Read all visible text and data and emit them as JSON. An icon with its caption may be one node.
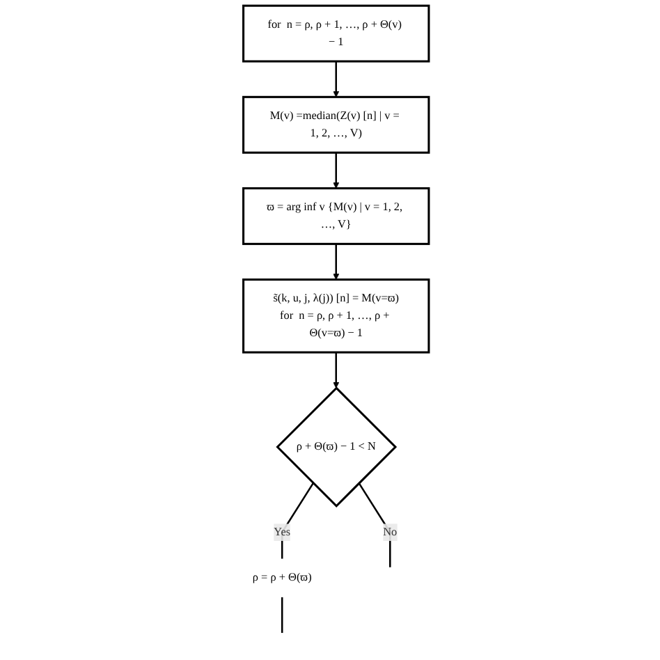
{
  "diagram": {
    "nodes": [
      {
        "text": [
          "for  n = ρ, ρ + 1, …, ρ + Θ(v) − 1"
        ]
      },
      {
        "text": [
          "M(v) =median(Z(v) [n] | v = 1, 2, …, V)"
        ]
      },
      {
        "text": [
          "ϖ = arg inf v {M(v) | v = 1, 2, …, V}"
        ]
      },
      {
        "text": [
          "s̃(k, u, j, λ(j)) [n] = M(v=ϖ)",
          "for  n = ρ, ρ + 1, …, ρ + Θ(v=ϖ) − 1"
        ]
      },
      {
        "text": [
          "ρ + Θ(ϖ) − 1 < N"
        ]
      },
      {
        "text": [
          "ρ = ρ + Θ(ϖ)"
        ]
      }
    ],
    "edges": [
      {
        "from": 0,
        "to": 1,
        "arrow": "to"
      },
      {
        "from": 1,
        "to": 2,
        "arrow": "to"
      },
      {
        "from": 2,
        "to": 3,
        "arrow": "to"
      },
      {
        "from": 3,
        "to": 4,
        "arrow": "to"
      },
      {
        "from": 4,
        "to": 5,
        "label": "Yes",
        "arrow": "none"
      },
      {
        "from": 5,
        "to": null,
        "arrow": "none"
      },
      {
        "from": 4,
        "to": null,
        "label": "No",
        "arrow": "none"
      }
    ]
  }
}
